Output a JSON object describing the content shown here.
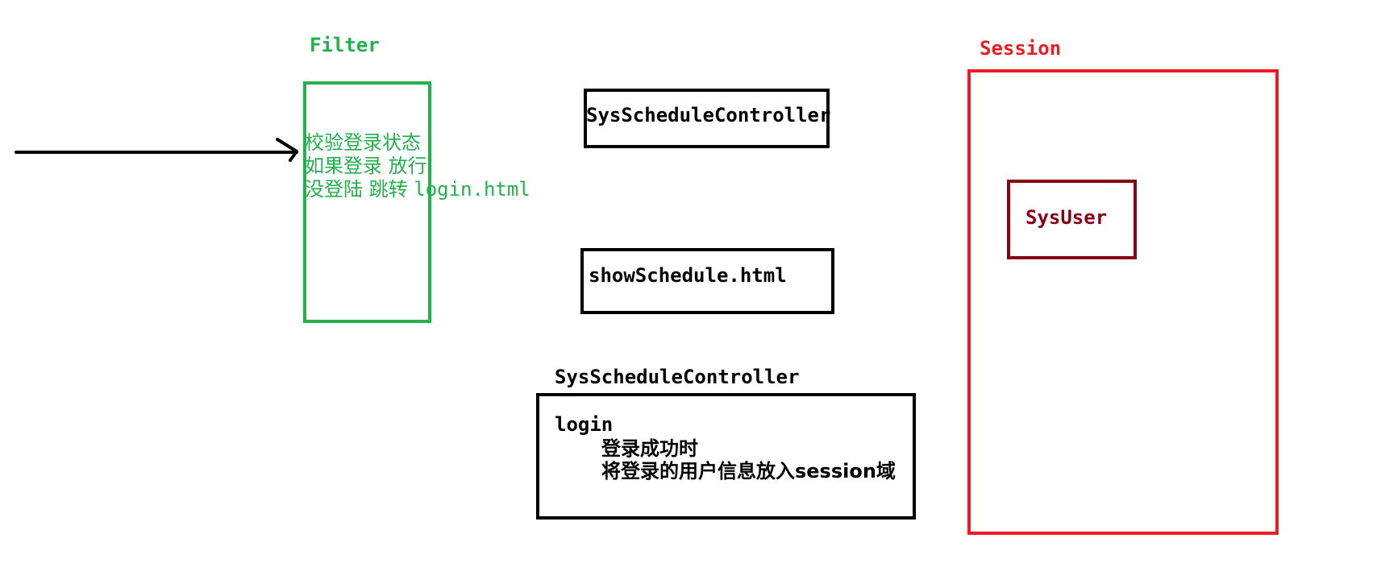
{
  "colors": {
    "filter": "#22b14c",
    "session": "#ed1c24",
    "sysuser": "#880015",
    "default": "#000000"
  },
  "filter": {
    "label": "Filter",
    "lines": [
      "校验登录状态",
      "如果登录 放行",
      "没登陆 跳转 ",
      "login.html"
    ]
  },
  "controller_top": {
    "text": "SysScheduleController"
  },
  "show_schedule": {
    "text": "showSchedule.html"
  },
  "controller_bottom": {
    "label": "SysScheduleController",
    "method": "login",
    "note_1": "登录成功时",
    "note_2": "将登录的用户信息放入session域"
  },
  "session": {
    "label": "Session",
    "user": "SysUser"
  }
}
